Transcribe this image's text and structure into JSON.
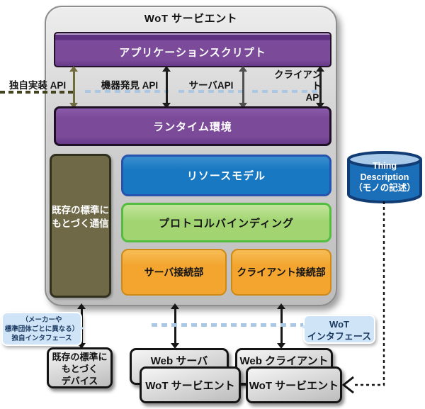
{
  "colors": {
    "purple": "#7b4a99",
    "purple_dark": "#5e3080",
    "blue_box": "#1878c2",
    "blue_box_border": "#2553ae",
    "green_box": "#a2d572",
    "green_box_border": "#53bd3f",
    "orange_box": "#f3a52f",
    "olive_box": "#6f6947",
    "cylinder_body": "#1a6fb8",
    "cylinder_top": "#a9cbe9",
    "cylinder_border": "#123c74",
    "callout_bg": "#cfe4f6",
    "callout_text": "#1c3b63",
    "dash_blue": "#aac7e4",
    "dash_olive": "#44431f",
    "arrow_black": "#1c1c1c",
    "arrow_olive": "#6f6d3f",
    "arrow_gray": "#4f4f4f"
  },
  "servient": {
    "title": "WoT サービエント",
    "application_script": "アプリケーションスクリプト",
    "runtime": "ランタイム環境",
    "legacy_comm": "既存の標準に\nもとづく通信",
    "resource_model": "リソースモデル",
    "protocol_binding": "プロトコルバインディング",
    "server_connector": "サーバ接続部",
    "client_connector": "クライアント接続部"
  },
  "apis": {
    "proprietary": "独自実装 API",
    "discovery": "機器発見 API",
    "server": "サーバAPI",
    "client": "クライアント\nAPI"
  },
  "thing_description": {
    "label": "Thing\nDescription\n（モノの記述）"
  },
  "callouts": {
    "proprietary_interface": "（メーカーや\n標準団体ごとに異なる）\n独自インタフェース",
    "wot_interface": "WoT\nインタフェース"
  },
  "bottom": {
    "legacy_device": "既存の標準に\nもとづく\nデバイス",
    "web_server": "Web サーバ",
    "web_client": "Web クライアント",
    "wot_servient_left": "WoT サービエント",
    "wot_servient_right": "WoT サービエント"
  }
}
